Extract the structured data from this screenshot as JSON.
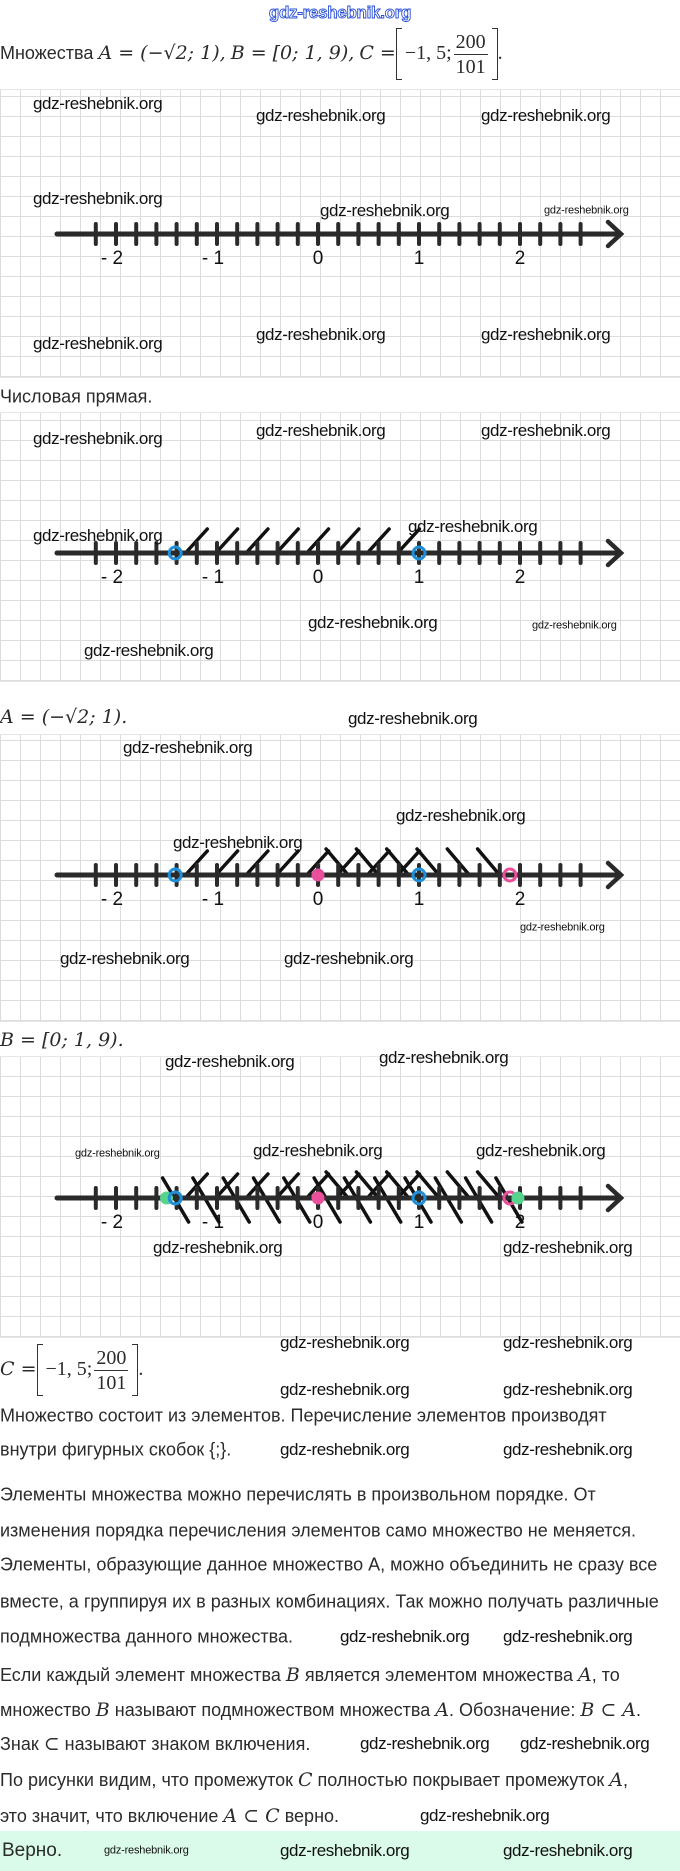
{
  "header_watermark": "gdz-reshebnik.org",
  "intro": {
    "label": "Множества",
    "a_expr": "A = (−√2; 1),",
    "b_expr": "B = [0; 1, 9),",
    "c_prefix": "C =",
    "c_left": "−1, 5;",
    "c_num": "200",
    "c_den": "101",
    "c_end": "."
  },
  "captions": {
    "number_line": "Числовая прямая.",
    "a": "A = (−√2; 1).",
    "b": "B = [0; 1, 9).",
    "c_prefix": "C =",
    "c_left": "−1, 5;",
    "c_num": "200",
    "c_den": "101",
    "c_end": "."
  },
  "number_line": {
    "labels": [
      {
        "v": -2,
        "t": "- 2"
      },
      {
        "v": -1,
        "t": "- 1"
      },
      {
        "v": 0,
        "t": "0"
      },
      {
        "v": 1,
        "t": "1"
      },
      {
        "v": 2,
        "t": "2"
      }
    ],
    "tick_step": 0.2,
    "range": [
      -2.2,
      2.6
    ]
  },
  "colors": {
    "a": "#1e8fd8",
    "b": "#ea4f9b",
    "c": "#56d38c",
    "axis": "#2a2a2a"
  },
  "figures": [
    {
      "intervals": [],
      "points": []
    },
    {
      "intervals": [
        {
          "set": "A",
          "from": -1.414,
          "to": 1,
          "style": "slash-up"
        }
      ],
      "points": [
        {
          "v": -1.414,
          "set": "a",
          "filled": false
        },
        {
          "v": 1,
          "set": "a",
          "filled": false
        }
      ]
    },
    {
      "intervals": [
        {
          "set": "A",
          "from": -1.414,
          "to": 1,
          "style": "slash-up"
        },
        {
          "set": "B",
          "from": 0,
          "to": 1.9,
          "style": "back-up"
        }
      ],
      "points": [
        {
          "v": -1.414,
          "set": "a",
          "filled": false
        },
        {
          "v": 1,
          "set": "a",
          "filled": false
        },
        {
          "v": 0,
          "set": "b",
          "filled": true
        },
        {
          "v": 1.9,
          "set": "b",
          "filled": false
        }
      ]
    },
    {
      "intervals": [
        {
          "set": "A",
          "from": -1.414,
          "to": 1,
          "style": "slash-up"
        },
        {
          "set": "B",
          "from": 0,
          "to": 1.9,
          "style": "back-up"
        },
        {
          "set": "C",
          "from": -1.5,
          "to": 1.98,
          "style": "back-down"
        }
      ],
      "points": [
        {
          "v": -1.5,
          "set": "c",
          "filled": true
        },
        {
          "v": -1.414,
          "set": "a",
          "filled": false
        },
        {
          "v": 1,
          "set": "a",
          "filled": false
        },
        {
          "v": 0,
          "set": "b",
          "filled": true
        },
        {
          "v": 1.9,
          "set": "b",
          "filled": false
        },
        {
          "v": 1.98,
          "set": "c",
          "filled": true
        }
      ]
    }
  ],
  "paragraphs": [
    [
      {
        "t": "Множество состоит из элементов. Перечисление элементов производят"
      }
    ],
    [
      {
        "t": "внутри фигурных скобок {;}."
      }
    ],
    [
      {
        "t": "Элементы множества можно перечислять в произвольном порядке. От"
      }
    ],
    [
      {
        "t": "изменения порядка перечисления элементов само множество не меняется."
      }
    ],
    [
      {
        "t": "Элементы, образующие данное множество А, можно объединить не сразу все"
      }
    ],
    [
      {
        "t": "вместе, а группируя их в разных комбинациях. Так можно получать различные"
      }
    ],
    [
      {
        "t": "подмножества данного множества."
      }
    ],
    [
      {
        "t": "Если каждый элемент множества "
      },
      {
        "m": "B"
      },
      {
        "t": " является элементом множества "
      },
      {
        "m": "A"
      },
      {
        "t": ", то"
      }
    ],
    [
      {
        "t": "множество "
      },
      {
        "m": "B"
      },
      {
        "t": " называют подмножеством множества "
      },
      {
        "m": "A"
      },
      {
        "t": ". Обозначение: "
      },
      {
        "m": "B ⊂ A"
      },
      {
        "t": "."
      }
    ],
    [
      {
        "t": "Знак "
      },
      {
        "m": "⊂"
      },
      {
        "t": " называют знаком включения."
      }
    ],
    [
      {
        "t": "По рисунки видим, что промежуток "
      },
      {
        "m": "C"
      },
      {
        "t": " полностью покрывает промежуток "
      },
      {
        "m": "A"
      },
      {
        "t": ","
      }
    ],
    [
      {
        "t": "это значит, что включение "
      },
      {
        "m": "A ⊂ C"
      },
      {
        "t": " верно."
      }
    ]
  ],
  "answer": "Верно.",
  "watermarks": [
    {
      "t": "gdz-reshebnik.org"
    }
  ]
}
